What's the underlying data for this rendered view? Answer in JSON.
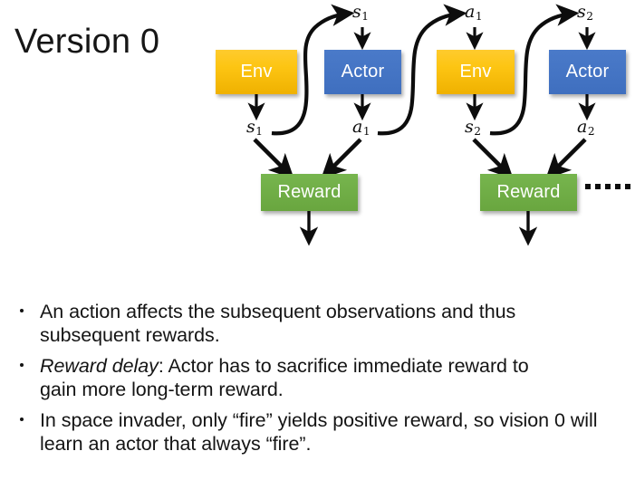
{
  "slide": {
    "title": "Version 0",
    "background": "#ffffff"
  },
  "colors": {
    "env": "#fdc513",
    "actor": "#4472c4",
    "reward": "#70ad47",
    "arrow": "#0d0d0d",
    "text": "#141414"
  },
  "diagram": {
    "nodes": [
      {
        "id": "env1",
        "label": "Env",
        "type": "env"
      },
      {
        "id": "actor1",
        "label": "Actor",
        "type": "actor"
      },
      {
        "id": "env2",
        "label": "Env",
        "type": "env"
      },
      {
        "id": "actor2",
        "label": "Actor",
        "type": "actor"
      },
      {
        "id": "reward1",
        "label": "Reward",
        "type": "reward"
      },
      {
        "id": "reward2",
        "label": "Reward",
        "type": "reward"
      }
    ],
    "top_labels": [
      {
        "id": "top-s1",
        "base": "s",
        "sub": "1"
      },
      {
        "id": "top-a1",
        "base": "a",
        "sub": "1"
      },
      {
        "id": "top-s2",
        "base": "s",
        "sub": "2"
      }
    ],
    "mid_labels": [
      {
        "id": "mid-s1",
        "base": "s",
        "sub": "1"
      },
      {
        "id": "mid-a1",
        "base": "a",
        "sub": "1"
      },
      {
        "id": "mid-s2",
        "base": "s",
        "sub": "2"
      },
      {
        "id": "mid-a2",
        "base": "a",
        "sub": "2"
      }
    ],
    "continuation": "......"
  },
  "bullets": [
    {
      "id": "bullet-1",
      "emphasis": "",
      "text": "An action affects the subsequent observations and thus subsequent rewards."
    },
    {
      "id": "bullet-2",
      "emphasis": "Reward delay",
      "text": ": Actor has to sacrifice immediate reward to gain more long-term reward."
    },
    {
      "id": "bullet-3",
      "emphasis": "",
      "text": "In space invader, only “fire” yields positive reward, so vision 0 will learn an actor that always “fire”."
    }
  ]
}
